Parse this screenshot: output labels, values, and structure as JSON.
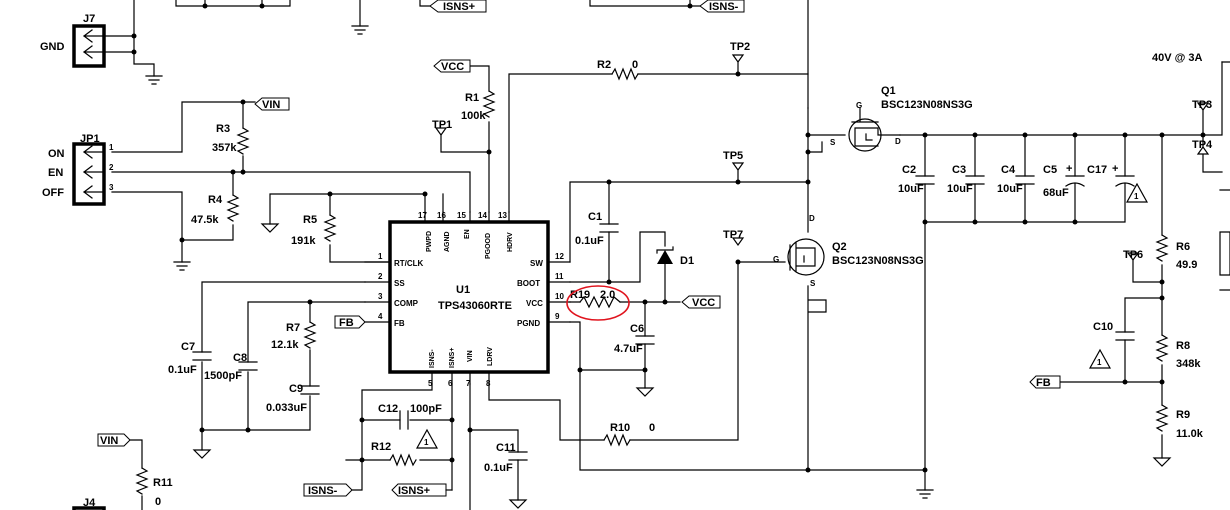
{
  "labels": {
    "j7": "J7",
    "gnd": "GND",
    "jp1": "JP1",
    "on": "ON",
    "en": "EN",
    "off": "OFF",
    "j4": "J4",
    "jp1_pin1": "1",
    "jp1_pin2": "2",
    "jp1_pin3": "3"
  },
  "nets": {
    "vin": "VIN",
    "vin2": "VIN",
    "vcc": "VCC",
    "vcc2": "VCC",
    "fb": "FB",
    "fb2": "FB",
    "isns_plus": "ISNS+",
    "isns_minus": "ISNS-",
    "isns_plus_bot": "ISNS+",
    "isns_minus_bot": "ISNS-"
  },
  "testpoints": {
    "tp1": "TP1",
    "tp2": "TP2",
    "tp3": "TP3",
    "tp4": "TP4",
    "tp5": "TP5",
    "tp6": "TP6",
    "tp7": "TP7"
  },
  "output": "40V @ 3A",
  "ic": {
    "ref": "U1",
    "part": "TPS43060RTE",
    "pins": {
      "rtclk": "RT/CLK",
      "ss": "SS",
      "comp": "COMP",
      "fb": "FB",
      "sw": "SW",
      "boot": "BOOT",
      "vcc": "VCC",
      "pgnd": "PGND",
      "pwpd": "PWPD",
      "agnd": "AGND",
      "en": "EN",
      "pgood": "PGOOD",
      "hdrv": "HDRV",
      "isns_m": "ISNS-",
      "isns_p": "ISNS+",
      "vin": "VIN",
      "ldrv": "LDRV"
    },
    "pin_numbers": {
      "p1": "1",
      "p2": "2",
      "p3": "3",
      "p4": "4",
      "p5": "5",
      "p6": "6",
      "p7": "7",
      "p8": "8",
      "p9": "9",
      "p10": "10",
      "p11": "11",
      "p12": "12",
      "p13": "13",
      "p14": "14",
      "p15": "15",
      "p16": "16",
      "p17": "17"
    }
  },
  "components": {
    "r1": {
      "ref": "R1",
      "value": "100k"
    },
    "r2": {
      "ref": "R2",
      "value": "0"
    },
    "r3": {
      "ref": "R3",
      "value": "357k"
    },
    "r4": {
      "ref": "R4",
      "value": "47.5k"
    },
    "r5": {
      "ref": "R5",
      "value": "191k"
    },
    "r6": {
      "ref": "R6",
      "value": "49.9"
    },
    "r7": {
      "ref": "R7",
      "value": "12.1k"
    },
    "r8": {
      "ref": "R8",
      "value": "348k"
    },
    "r9": {
      "ref": "R9",
      "value": "11.0k"
    },
    "r10": {
      "ref": "R10",
      "value": "0"
    },
    "r11": {
      "ref": "R11",
      "value": "0"
    },
    "r12": {
      "ref": "R12"
    },
    "r19": {
      "ref": "R19",
      "value": "2.0"
    },
    "c1": {
      "ref": "C1",
      "value": "0.1uF"
    },
    "c2": {
      "ref": "C2",
      "value": "10uF"
    },
    "c3": {
      "ref": "C3",
      "value": "10uF"
    },
    "c4": {
      "ref": "C4",
      "value": "10uF"
    },
    "c5": {
      "ref": "C5",
      "value": "68uF"
    },
    "c6": {
      "ref": "C6",
      "value": "4.7uF"
    },
    "c7": {
      "ref": "C7",
      "value": "0.1uF"
    },
    "c8": {
      "ref": "C8",
      "value": "1500pF"
    },
    "c9": {
      "ref": "C9",
      "value": "0.033uF"
    },
    "c10": {
      "ref": "C10"
    },
    "c11": {
      "ref": "C11",
      "value": "0.1uF"
    },
    "c12": {
      "ref": "C12",
      "value": "100pF"
    },
    "c17": {
      "ref": "C17"
    },
    "d1": {
      "ref": "D1"
    },
    "q1": {
      "ref": "Q1",
      "part": "BSC123N08NS3G"
    },
    "q2": {
      "ref": "Q2",
      "part": "BSC123N08NS3G"
    }
  },
  "fet_pins": {
    "g": "G",
    "d": "D",
    "s": "S"
  },
  "polarity": {
    "c5": "+",
    "c17": "+"
  },
  "warnings": {
    "w1": "1",
    "w2": "1",
    "w3": "1"
  },
  "colors": {
    "wire": "#000000",
    "highlight": "#e0141e",
    "background": "#ffffff"
  }
}
